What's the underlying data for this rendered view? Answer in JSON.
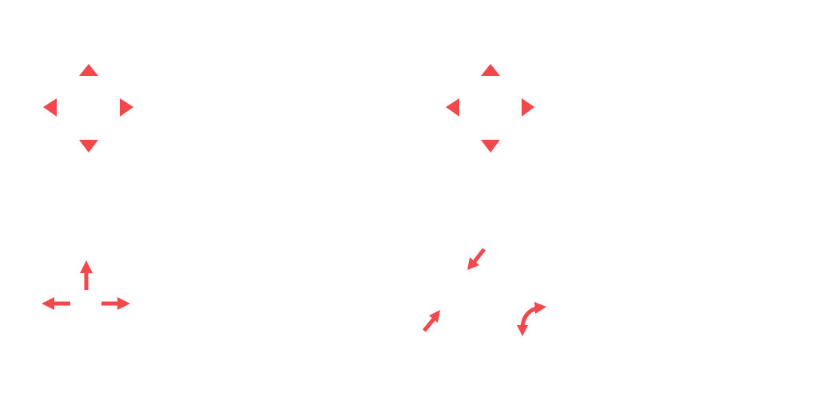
{
  "icons": {
    "accent_color": "#F2484B",
    "background_color": "#FFFFFF",
    "groups": [
      {
        "name": "four-direction-triangle-arrows-icon",
        "glyphs": [
          "triangle-up",
          "triangle-left",
          "triangle-right",
          "triangle-down"
        ]
      },
      {
        "name": "four-direction-triangle-arrows-icon",
        "glyphs": [
          "triangle-up",
          "triangle-left",
          "triangle-right",
          "triangle-down"
        ]
      },
      {
        "name": "three-direction-arrows-icon",
        "glyphs": [
          "arrow-up",
          "arrow-left",
          "arrow-right"
        ]
      },
      {
        "name": "diagonal-and-curved-arrows-icon",
        "glyphs": [
          "arrow-down-left",
          "arrow-up-right",
          "curved-arrow-rotate"
        ]
      }
    ]
  }
}
